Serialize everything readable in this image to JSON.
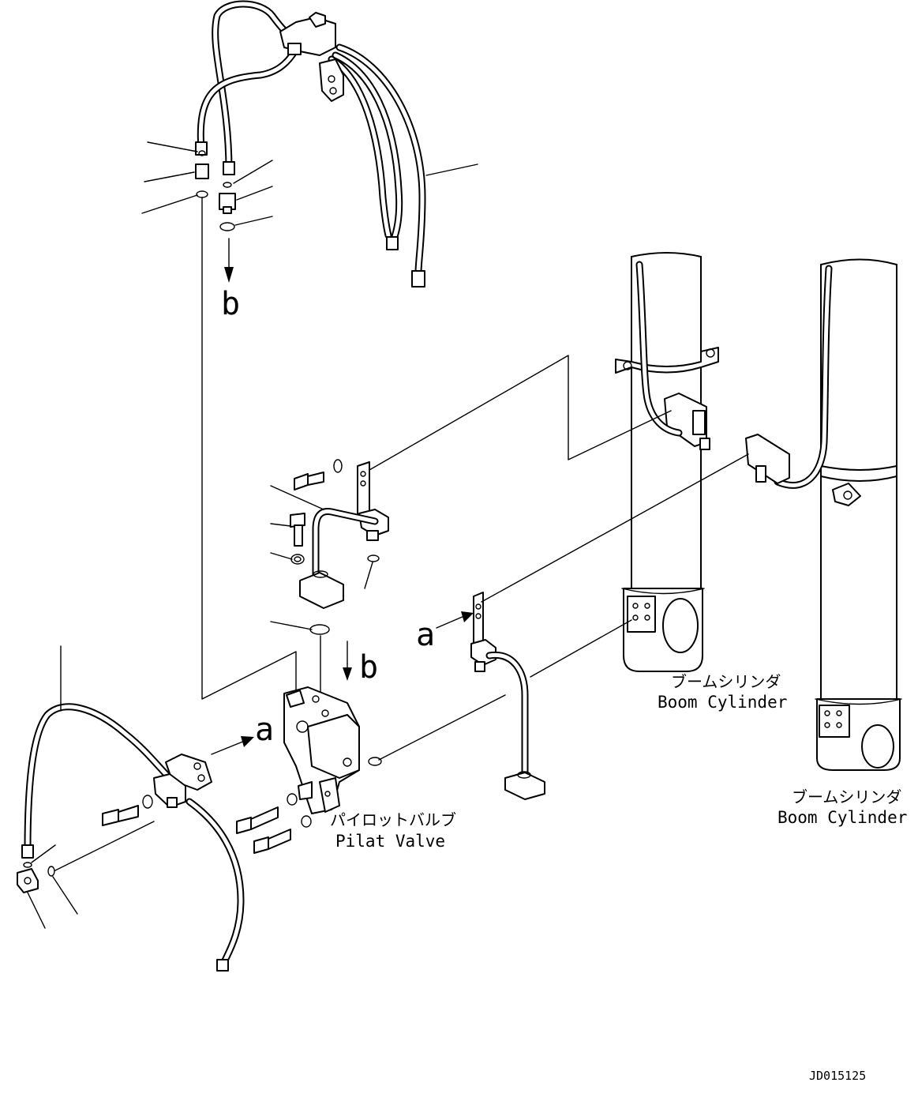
{
  "labels": {
    "pilot_valve_jp": "パイロットバルブ",
    "pilot_valve_en": "Pilat Valve",
    "boom_cyl_1_jp": "ブームシリンダ",
    "boom_cyl_1_en": "Boom Cylinder",
    "boom_cyl_2_jp": "ブームシリンダ",
    "boom_cyl_2_en": "Boom Cylinder",
    "marker_a": "a",
    "marker_b": "b",
    "drawing_id": "JD015125"
  }
}
